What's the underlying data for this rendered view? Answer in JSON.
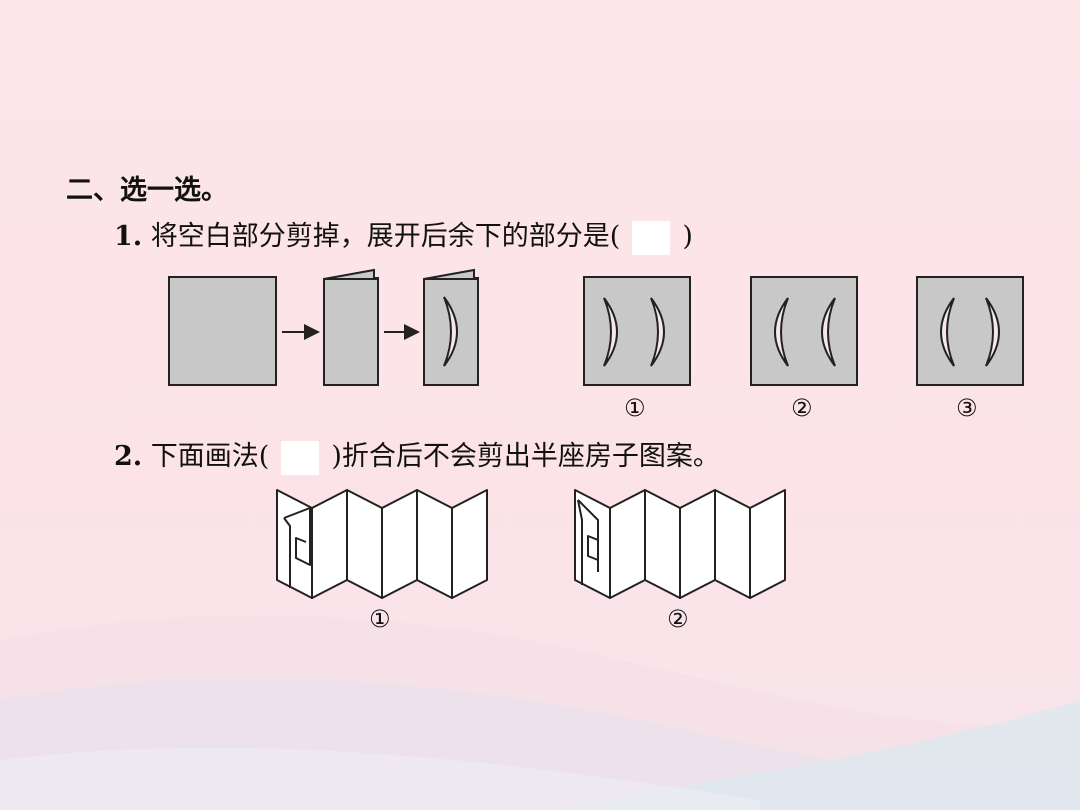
{
  "section": {
    "title": "二、选一选。"
  },
  "question1": {
    "number": "1.",
    "text_before": "将空白部分剪掉，展开后余下的部分是(",
    "text_after": ")",
    "options": [
      "①",
      "②",
      "③"
    ]
  },
  "question2": {
    "number": "2.",
    "text_before": "下面画法(",
    "text_after": ")折合后不会剪出半座房子图案。",
    "options": [
      "①",
      "②"
    ]
  },
  "colors": {
    "paper_gray": "#c8c8c8",
    "cut_white": "#f6e7ea",
    "stroke": "#222222",
    "blank_box": "#ffffff"
  }
}
